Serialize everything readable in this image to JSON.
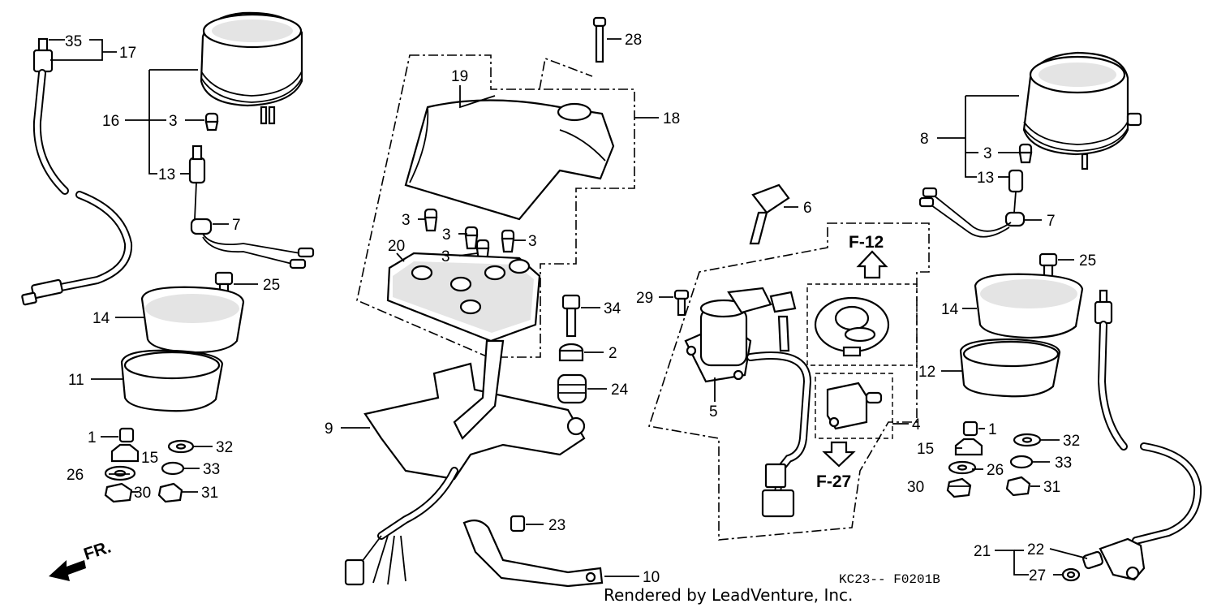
{
  "diagram": {
    "callouts": {
      "c35": "35",
      "c17": "17",
      "c16": "16",
      "c3a": "3",
      "c13a": "13",
      "c7a": "7",
      "c25a": "25",
      "c14a": "14",
      "c11": "11",
      "c1a": "1",
      "c15a": "15",
      "c32a": "32",
      "c26a": "26",
      "c33a": "33",
      "c30a": "30",
      "c31a": "31",
      "c28": "28",
      "c19": "19",
      "c18": "18",
      "c3b": "3",
      "c3c": "3",
      "c3d": "3",
      "c3e": "3",
      "c20": "20",
      "c34": "34",
      "c2": "2",
      "c24": "24",
      "c9": "9",
      "c23": "23",
      "c10": "10",
      "c6": "6",
      "c29": "29",
      "c5": "5",
      "c4": "4",
      "c8": "8",
      "c3f": "3",
      "c13b": "13",
      "c7b": "7",
      "c25b": "25",
      "c14b": "14",
      "c12": "12",
      "c1b": "1",
      "c32b": "32",
      "c15b": "15",
      "c26b": "26",
      "c33b": "33",
      "c30b": "30",
      "c31b": "31",
      "c21": "21",
      "c22": "22",
      "c27": "27"
    },
    "refs": {
      "f12": "F-12",
      "f27": "F-27"
    },
    "front_label": "FR.",
    "diagram_code": "KC23-- F0201B",
    "credit": "Rendered by LeadVenture, Inc."
  }
}
